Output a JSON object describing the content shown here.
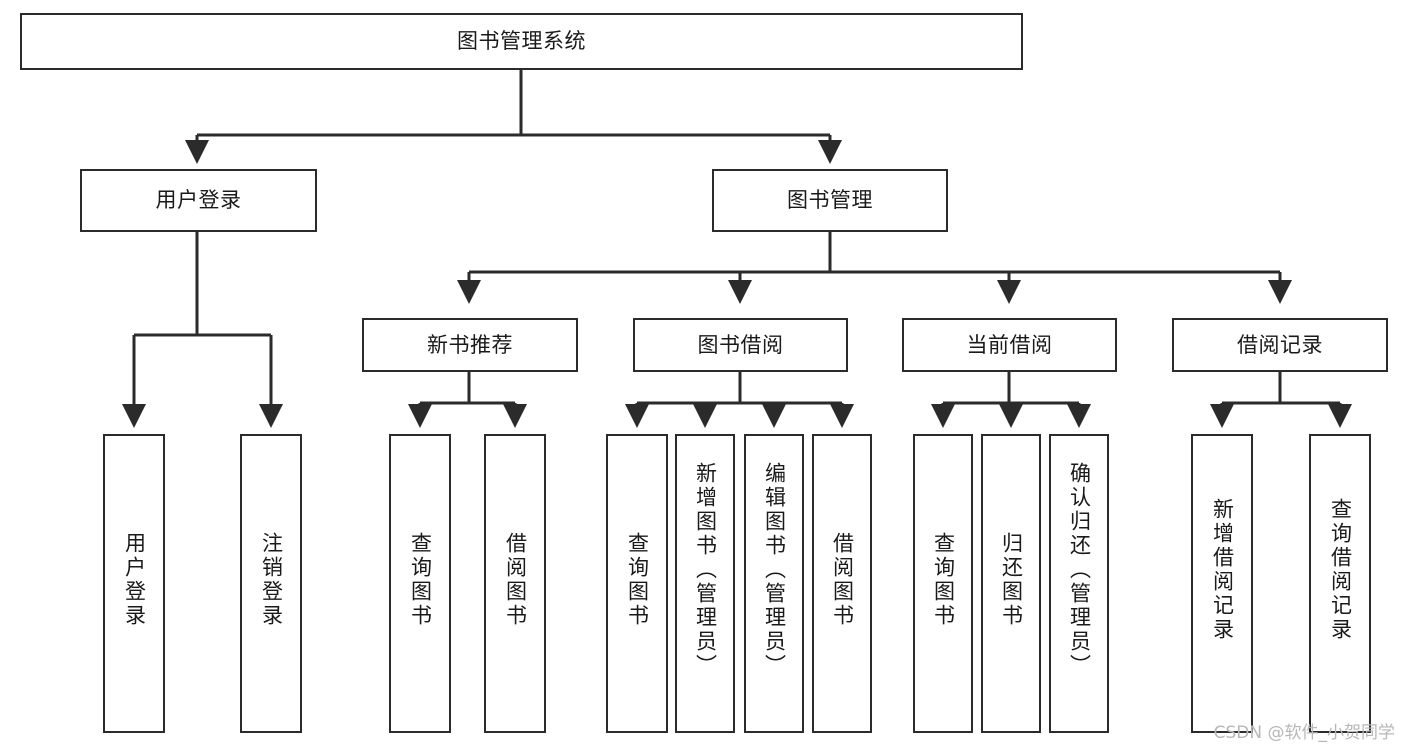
{
  "diagram": {
    "type": "tree",
    "title": "图书管理系统",
    "watermark": "CSDN @软件_小贺同学",
    "colors": {
      "node_border": "#2b2b2b",
      "node_fill": "#ffffff",
      "edge": "#2b2b2b",
      "text": "#1a1a1a",
      "watermark": "#b7b7b7",
      "background": "#ffffff"
    },
    "root": {
      "label": "图书管理系统"
    },
    "level2": [
      {
        "label": "用户登录"
      },
      {
        "label": "图书管理"
      }
    ],
    "level3": [
      {
        "label": "新书推荐"
      },
      {
        "label": "图书借阅"
      },
      {
        "label": "当前借阅"
      },
      {
        "label": "借阅记录"
      }
    ],
    "leaves": {
      "user_login": [
        {
          "label": "用户登录"
        },
        {
          "label": "注销登录"
        }
      ],
      "new_book_recommend": [
        {
          "label": "查询图书"
        },
        {
          "label": "借阅图书"
        }
      ],
      "book_borrow": [
        {
          "label": "查询图书"
        },
        {
          "label": "新增图书（管理员）"
        },
        {
          "label": "编辑图书（管理员）"
        },
        {
          "label": "借阅图书"
        }
      ],
      "current_borrow": [
        {
          "label": "查询图书"
        },
        {
          "label": "归还图书"
        },
        {
          "label": "确认归还（管理员）"
        }
      ],
      "borrow_record": [
        {
          "label": "新增借阅记录"
        },
        {
          "label": "查询借阅记录"
        }
      ]
    }
  }
}
